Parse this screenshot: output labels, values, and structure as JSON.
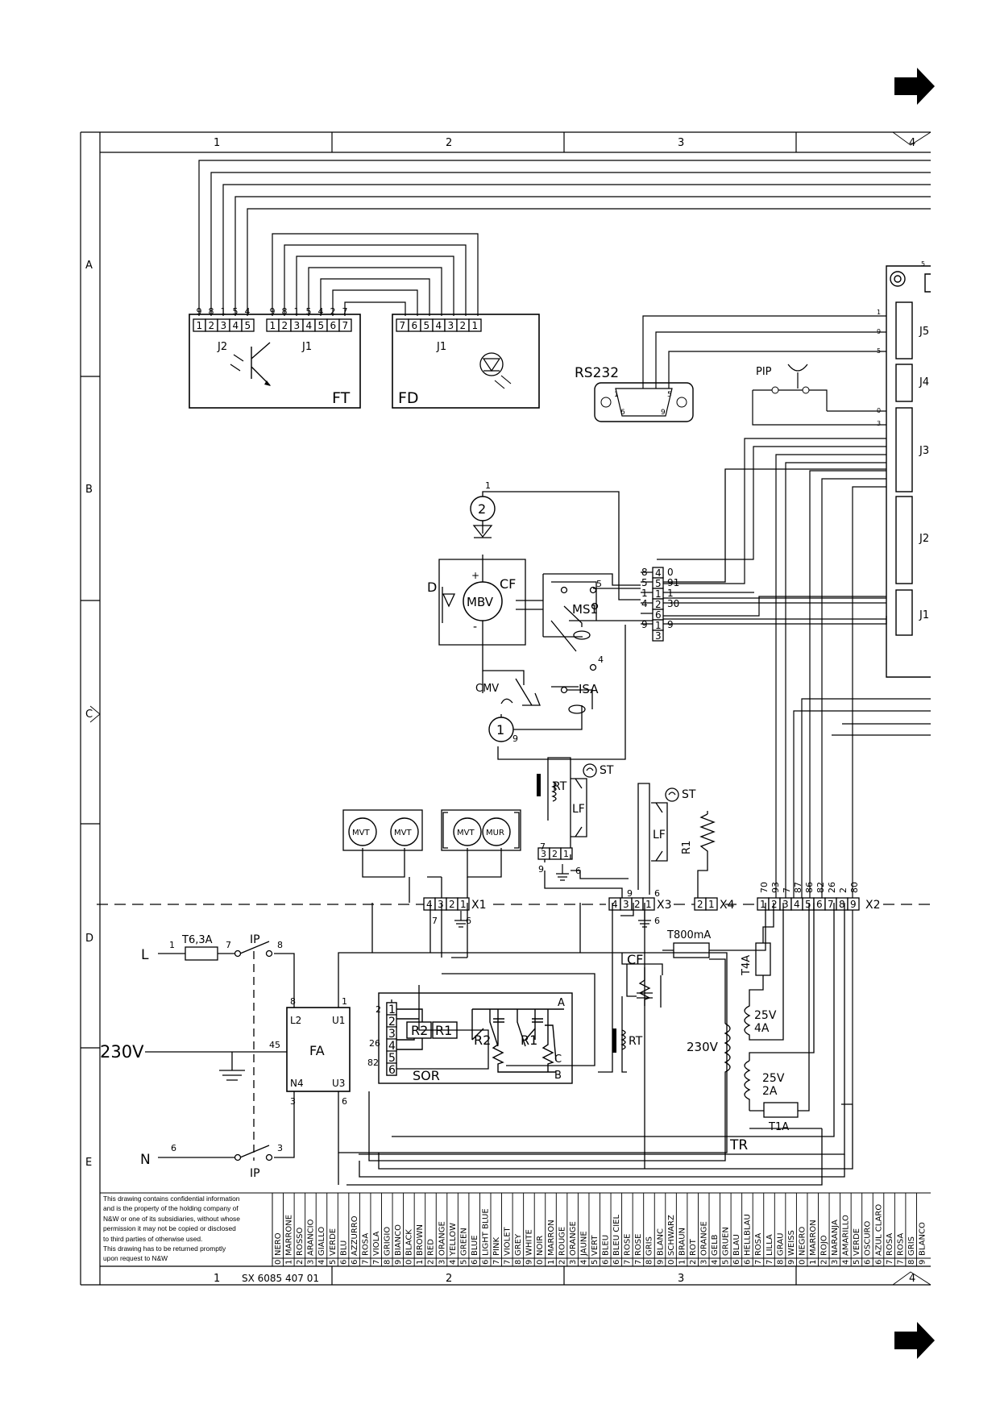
{
  "nav": {
    "next_top": "next-page-arrow",
    "next_bottom": "next-page-arrow"
  },
  "frame": {
    "columns": [
      "1",
      "2",
      "3",
      "4"
    ],
    "rows": [
      "A",
      "B",
      "C",
      "D",
      "E"
    ],
    "drawing_number": "SX 6085 407 01"
  },
  "connectors": {
    "ft_pins_top": [
      "9",
      "8",
      "1",
      "5",
      "4"
    ],
    "ft_j2_pins": [
      "1",
      "2",
      "3",
      "4",
      "5"
    ],
    "ft_j1_pins_top": [
      "9",
      "8",
      "1",
      "5",
      "4",
      "2",
      "7"
    ],
    "ft_j1_pins": [
      "1",
      "2",
      "3",
      "4",
      "5",
      "6",
      "7"
    ],
    "fd_j1_pins": [
      "7",
      "6",
      "5",
      "4",
      "3",
      "2",
      "1"
    ],
    "j2_label": "J2",
    "j1_label": "J1",
    "ft_label": "FT",
    "fd_label": "FD",
    "rs232_label": "RS232",
    "rs232_pins": [
      "1",
      "5",
      "6",
      "9"
    ],
    "pip_label": "PIP",
    "board_connectors": [
      "J5",
      "J4",
      "J3",
      "J2",
      "J1"
    ],
    "board_pins": [
      "5",
      "1",
      "9",
      "5",
      "0",
      "3"
    ]
  },
  "components": {
    "motor": "MBV",
    "diode": "D",
    "capacitor": "CF",
    "ms1": "MS1",
    "isa": "ISA",
    "cmv": "CMV",
    "circle_1": "1",
    "circle_2": "2",
    "rt": "RT",
    "st": "ST",
    "lf": "LF",
    "r1": "R1",
    "mvt": "MVT",
    "mur": "MUR",
    "fuse_main": "T6,3A",
    "fuse_800": "T800mA",
    "fuse_4a": "T4A",
    "fuse_1a": "T1A",
    "ip": "IP",
    "fa": "FA",
    "sor": "SOR",
    "r2": "R2",
    "tr": "TR",
    "v230": "230V",
    "v230_tr": "230V",
    "sec_25v4a": [
      "25V",
      "4A"
    ],
    "sec_25v2a": [
      "25V",
      "2A"
    ],
    "line_l": "L",
    "line_n": "N",
    "fa_terms": [
      "L2",
      "U1",
      "N4",
      "U3"
    ],
    "sor_terms": [
      "A",
      "B",
      "C"
    ]
  },
  "terminals": {
    "x1": {
      "label": "X1",
      "pins": [
        "4",
        "3",
        "2",
        "1"
      ]
    },
    "x3": {
      "label": "X3",
      "pins": [
        "4",
        "3",
        "2",
        "1"
      ]
    },
    "x4": {
      "label": "X4",
      "pins": [
        "2",
        "1"
      ]
    },
    "x2": {
      "label": "X2",
      "pins": [
        "1",
        "2",
        "3",
        "4",
        "5",
        "6",
        "7",
        "8",
        "9"
      ]
    },
    "x2_wires": [
      "70",
      "93",
      "7",
      "87",
      "86",
      "82",
      "26",
      "2",
      "80"
    ],
    "rt_block": [
      "3",
      "2",
      "1"
    ],
    "sw_block": [
      "4",
      "5",
      "1",
      "2",
      "6",
      "1",
      "3"
    ],
    "sw_left": [
      "8",
      "5",
      "1",
      "4",
      "9"
    ],
    "sw_right": [
      "0",
      "91",
      "1",
      "30",
      "9"
    ],
    "sor_pins": [
      "1",
      "2",
      "3",
      "4",
      "5",
      "6"
    ]
  },
  "wire_numbers": [
    "1",
    "7",
    "8",
    "8",
    "1",
    "3",
    "6",
    "45",
    "2",
    "26",
    "82",
    "6",
    "3",
    "9",
    "5",
    "4",
    "1",
    "6",
    "7",
    "9",
    "6",
    "7",
    "6",
    "9",
    "6"
  ],
  "note": [
    "This drawing contains confidential information",
    "and is the property of the holding company of",
    "N&W or one of its subsidiaries, without whose",
    "permission it may not be copied or disclosed",
    "to third parties of otherwise used.",
    "This drawing has to be returned promptly",
    "upon request to N&W"
  ],
  "color_legend": [
    {
      "code": "0",
      "name": "NERO"
    },
    {
      "code": "1",
      "name": "MARRONE"
    },
    {
      "code": "2",
      "name": "ROSSO"
    },
    {
      "code": "3",
      "name": "ARANCIO"
    },
    {
      "code": "4",
      "name": "GIALLO"
    },
    {
      "code": "5",
      "name": "VERDE"
    },
    {
      "code": "6",
      "name": "BLU"
    },
    {
      "code": "6",
      "name": "AZZURRO"
    },
    {
      "code": "7",
      "name": "ROSA"
    },
    {
      "code": "7",
      "name": "VIOLA"
    },
    {
      "code": "8",
      "name": "GRIGIO"
    },
    {
      "code": "9",
      "name": "BIANCO"
    },
    {
      "code": "0",
      "name": "BLACK"
    },
    {
      "code": "1",
      "name": "BROWN"
    },
    {
      "code": "2",
      "name": "RED"
    },
    {
      "code": "3",
      "name": "ORANGE"
    },
    {
      "code": "4",
      "name": "YELLOW"
    },
    {
      "code": "5",
      "name": "GREEN"
    },
    {
      "code": "6",
      "name": "BLUE"
    },
    {
      "code": "6",
      "name": "LIGHT BLUE"
    },
    {
      "code": "7",
      "name": "PINK"
    },
    {
      "code": "7",
      "name": "VIOLET"
    },
    {
      "code": "8",
      "name": "GREY"
    },
    {
      "code": "9",
      "name": "WHITE"
    },
    {
      "code": "0",
      "name": "NOIR"
    },
    {
      "code": "1",
      "name": "MARRON"
    },
    {
      "code": "2",
      "name": "ROUGE"
    },
    {
      "code": "3",
      "name": "ORANGE"
    },
    {
      "code": "4",
      "name": "JAUNE"
    },
    {
      "code": "5",
      "name": "VERT"
    },
    {
      "code": "6",
      "name": "BLEU"
    },
    {
      "code": "6",
      "name": "BLEU CIEL"
    },
    {
      "code": "7",
      "name": "ROSE"
    },
    {
      "code": "7",
      "name": "ROSE"
    },
    {
      "code": "8",
      "name": "GRIS"
    },
    {
      "code": "9",
      "name": "BLANC"
    },
    {
      "code": "0",
      "name": "SCHWARZ"
    },
    {
      "code": "1",
      "name": "BRAUN"
    },
    {
      "code": "2",
      "name": "ROT"
    },
    {
      "code": "3",
      "name": "ORANGE"
    },
    {
      "code": "4",
      "name": "GELB"
    },
    {
      "code": "5",
      "name": "GRUEN"
    },
    {
      "code": "6",
      "name": "BLAU"
    },
    {
      "code": "6",
      "name": "HELLBLAU"
    },
    {
      "code": "7",
      "name": "ROSA"
    },
    {
      "code": "7",
      "name": "LILLA"
    },
    {
      "code": "8",
      "name": "GRAU"
    },
    {
      "code": "9",
      "name": "WEISS"
    },
    {
      "code": "0",
      "name": "NEGRO"
    },
    {
      "code": "1",
      "name": "MARRON"
    },
    {
      "code": "2",
      "name": "ROJO"
    },
    {
      "code": "3",
      "name": "NARANJA"
    },
    {
      "code": "4",
      "name": "AMARILLO"
    },
    {
      "code": "5",
      "name": "VERDE"
    },
    {
      "code": "6",
      "name": "OSCURO"
    },
    {
      "code": "6",
      "name": "AZUL CLARO"
    },
    {
      "code": "7",
      "name": "ROSA"
    },
    {
      "code": "7",
      "name": "ROSA"
    },
    {
      "code": "8",
      "name": "GRIS"
    },
    {
      "code": "9",
      "name": "BLANCO"
    }
  ]
}
